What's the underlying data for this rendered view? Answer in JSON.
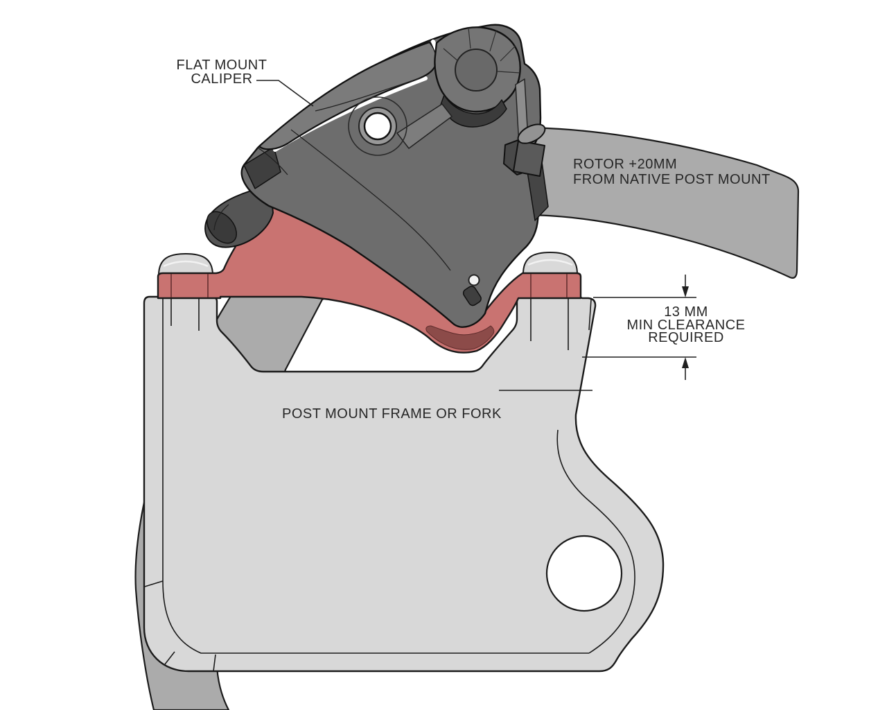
{
  "labels": {
    "caliper": {
      "line1": "FLAT MOUNT",
      "line2": "CALIPER"
    },
    "rotor": {
      "line1": "ROTOR +20MM",
      "line2": "FROM NATIVE POST MOUNT"
    },
    "clearance": {
      "line1": "13 MM",
      "line2": "MIN CLEARANCE",
      "line3": "REQUIRED"
    },
    "frame": {
      "line1": "POST MOUNT FRAME OR FORK"
    }
  },
  "colors": {
    "background": "#ffffff",
    "rotor_gray": "#ababab",
    "frame_gray": "#d8d8d8",
    "adapter_red": "#c97371",
    "adapter_red_dark": "#8c4b49",
    "caliper_gray": "#6d6d6d",
    "bolt_silver": "#d9d9d9",
    "outline": "#1a1a1a",
    "text": "#262626"
  }
}
